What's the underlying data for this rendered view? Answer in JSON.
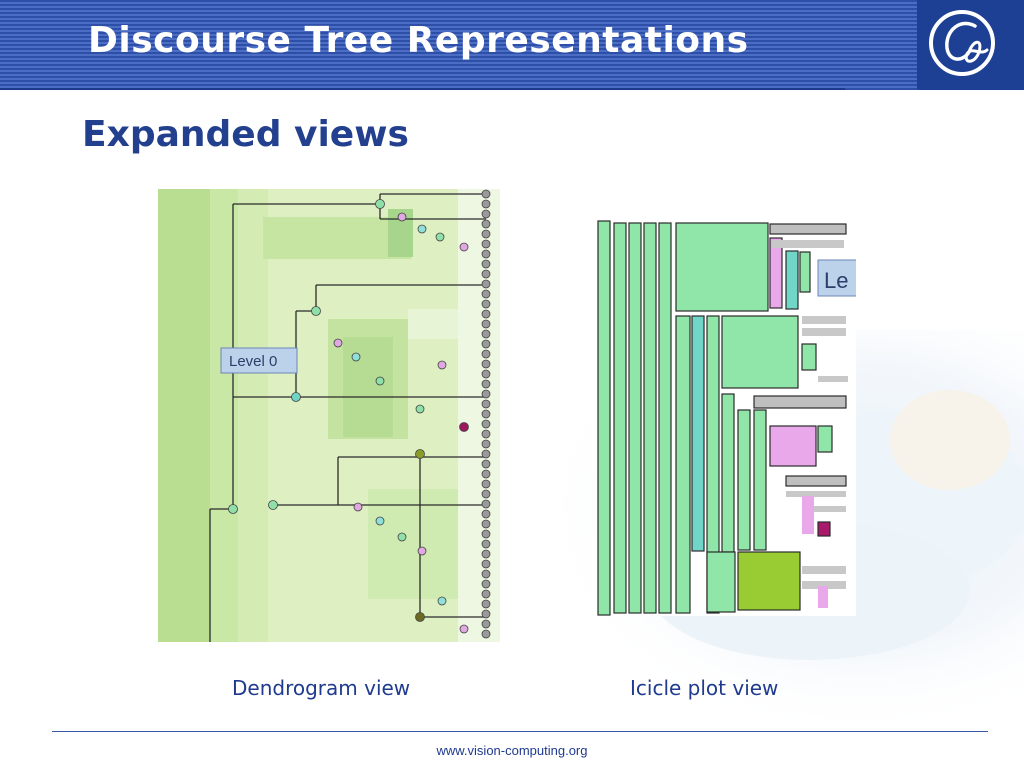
{
  "slide": {
    "title": "Discourse Tree Representations",
    "subtitle": "Expanded views",
    "dendrogram_caption": "Dendrogram view",
    "icicle_caption": "Icicle plot view",
    "dendrogram_label": "Level 0",
    "icicle_label": "Le",
    "footer_url": "www.vision-computing.org"
  }
}
